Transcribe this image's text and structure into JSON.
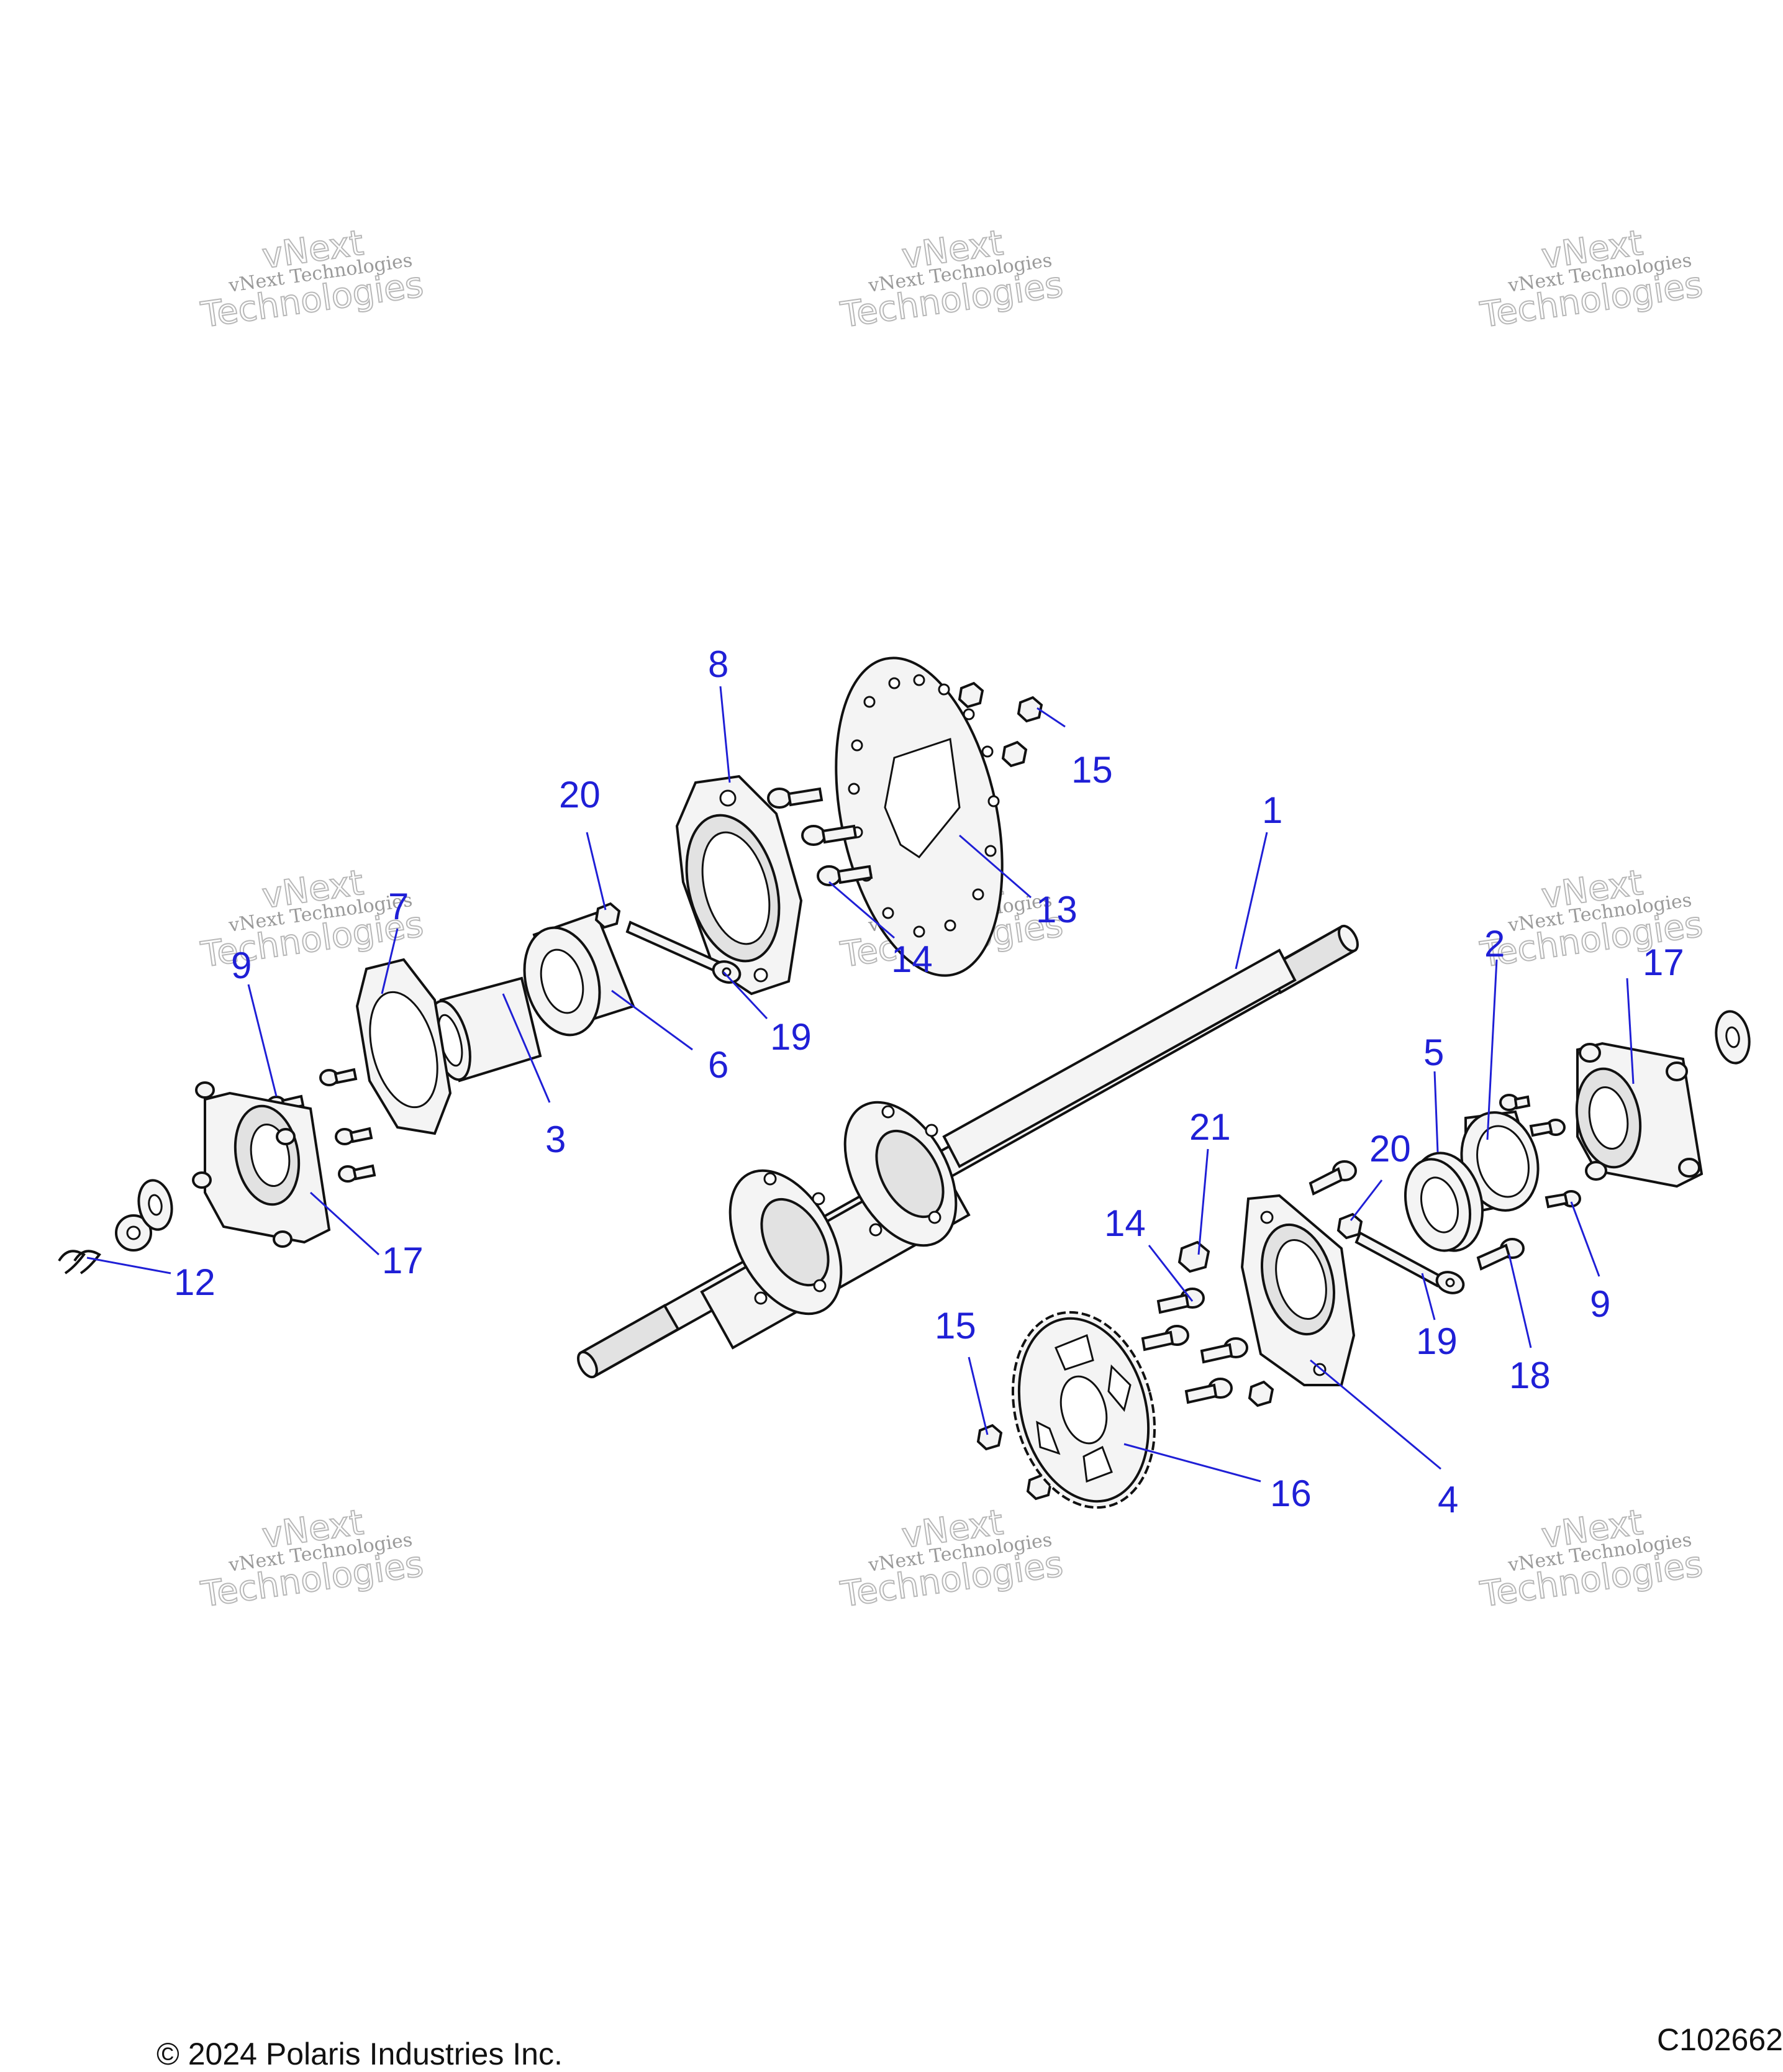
{
  "footer": {
    "copyright": "© 2024 Polaris Industries Inc.",
    "diagram_id": "C102662"
  },
  "watermark": {
    "line1": "vNext Technologies",
    "line2": "vNext",
    "line3": "Technologies"
  },
  "callouts": [
    {
      "id": "c1",
      "label": "1"
    },
    {
      "id": "c2",
      "label": "2"
    },
    {
      "id": "c3",
      "label": "3"
    },
    {
      "id": "c4",
      "label": "4"
    },
    {
      "id": "c5",
      "label": "5"
    },
    {
      "id": "c6",
      "label": "6"
    },
    {
      "id": "c7",
      "label": "7"
    },
    {
      "id": "c8",
      "label": "8"
    },
    {
      "id": "c9a",
      "label": "9"
    },
    {
      "id": "c9b",
      "label": "9"
    },
    {
      "id": "c12",
      "label": "12"
    },
    {
      "id": "c13",
      "label": "13"
    },
    {
      "id": "c14a",
      "label": "14"
    },
    {
      "id": "c14b",
      "label": "14"
    },
    {
      "id": "c15a",
      "label": "15"
    },
    {
      "id": "c15b",
      "label": "15"
    },
    {
      "id": "c16",
      "label": "16"
    },
    {
      "id": "c17a",
      "label": "17"
    },
    {
      "id": "c17b",
      "label": "17"
    },
    {
      "id": "c18",
      "label": "18"
    },
    {
      "id": "c19a",
      "label": "19"
    },
    {
      "id": "c19b",
      "label": "19"
    },
    {
      "id": "c20a",
      "label": "20"
    },
    {
      "id": "c20b",
      "label": "20"
    },
    {
      "id": "c21",
      "label": "21"
    }
  ]
}
